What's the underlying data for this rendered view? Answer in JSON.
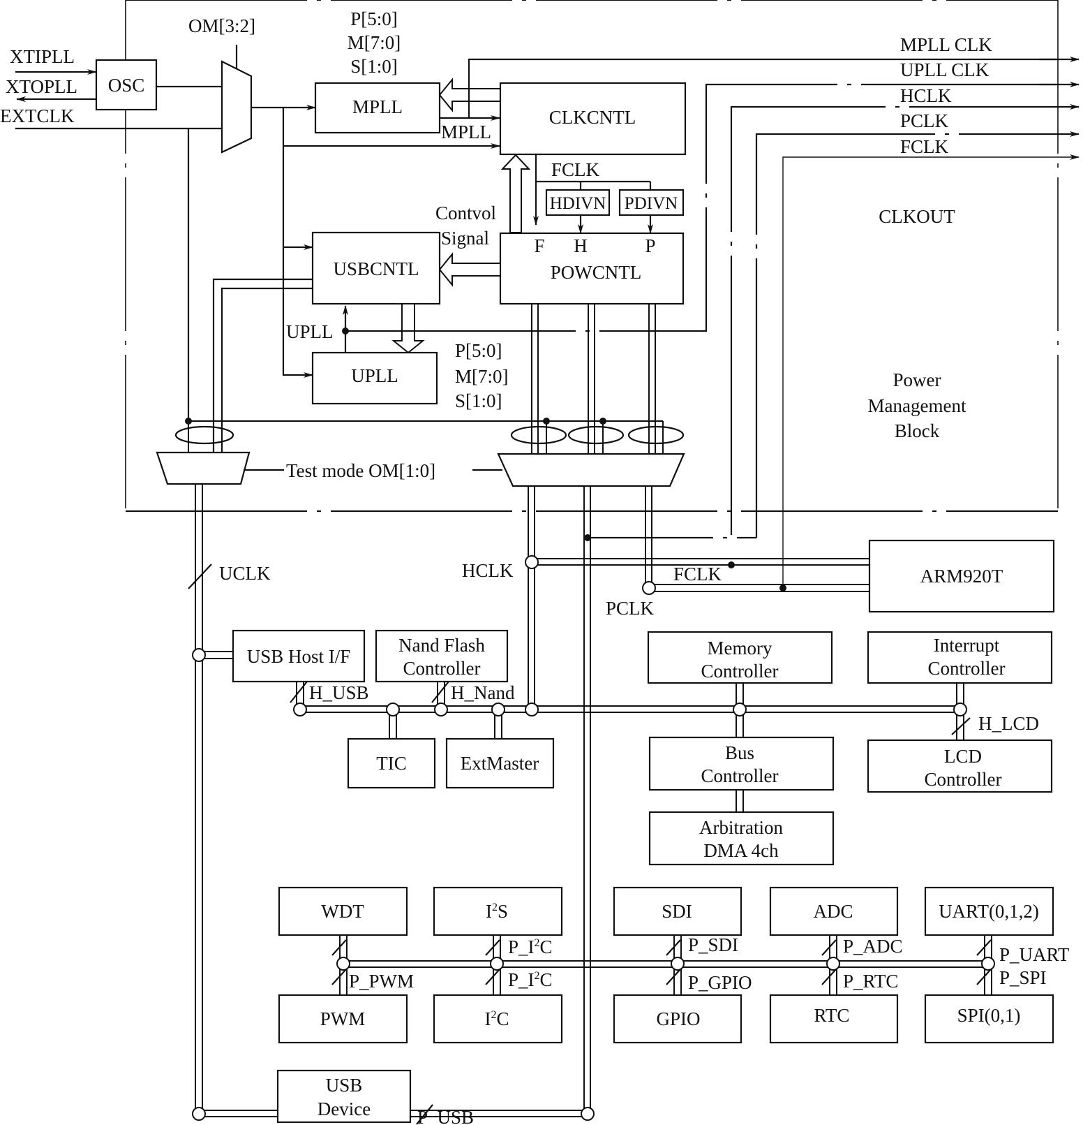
{
  "diagram": {
    "title_regions": {
      "clkout": "CLKOUT",
      "power_block": [
        "Power",
        "Management",
        "Block"
      ]
    },
    "inputs": {
      "xtipll": "XTIPLL",
      "xtopll": "XTOPLL",
      "extclk": "EXTCLK",
      "om32": "OM[3:2]"
    },
    "blocks": {
      "osc": "OSC",
      "mpll": "MPLL",
      "clkcntl": "CLKCNTL",
      "usbcntl": "USBCNTL",
      "upll": "UPLL",
      "powcntl": "POWCNTL",
      "hdivn": "HDIVN",
      "pdivn": "PDIVN",
      "arm": "ARM920T",
      "usb_host": "USB Host I/F",
      "nand": [
        "Nand Flash",
        "Controller"
      ],
      "tic": "TIC",
      "extmaster": "ExtMaster",
      "memctl": [
        "Memory",
        "Controller"
      ],
      "intctl": [
        "Interrupt",
        "Controller"
      ],
      "busctl": [
        "Bus",
        "Controller"
      ],
      "lcdctl": [
        "LCD",
        "Controller"
      ],
      "dma": [
        "Arbitration",
        "DMA 4ch"
      ],
      "wdt": "WDT",
      "i2s": {
        "base": "I",
        "sup": "2",
        "tail": "S"
      },
      "sdi": "SDI",
      "adc": "ADC",
      "uart": "UART(0,1,2)",
      "pwm": "PWM",
      "i2c": {
        "base": "I",
        "sup": "2",
        "tail": "C"
      },
      "gpio": "GPIO",
      "rtc": "RTC",
      "spi": "SPI(0,1)",
      "usb_dev": [
        "USB",
        "Device"
      ]
    },
    "labels": {
      "mpll_params": [
        "P[5:0]",
        "M[7:0]",
        "S[1:0]"
      ],
      "upll_params": [
        "P[5:0]",
        "M[7:0]",
        "S[1:0]"
      ],
      "mpll_out": "MPLL",
      "upll_out": "UPLL",
      "fclk_div": "FCLK",
      "control_signal": [
        "Contvol",
        "Signal"
      ],
      "pow_f": "F",
      "pow_h": "H",
      "pow_p": "P",
      "test_mode": "Test mode OM[1:0]",
      "uclk": "UCLK",
      "hclk": "HCLK",
      "fclk": "FCLK",
      "pclk": "PCLK",
      "h_usb": "H_USB",
      "h_nand": "H_Nand",
      "h_lcd": "H_LCD",
      "p_pwm": "P_PWM",
      "p_i2c_top": {
        "base": "P_I",
        "sup": "2",
        "tail": "C"
      },
      "p_i2c_bot": {
        "base": "P_I",
        "sup": "2",
        "tail": "C"
      },
      "p_sdi": "P_SDI",
      "p_gpio": "P_GPIO",
      "p_adc": "P_ADC",
      "p_rtc": "P_RTC",
      "p_uart": "P_UART",
      "p_spi": "P_SPI",
      "p_usb": "P_USB"
    },
    "outputs": [
      "MPLL CLK",
      "UPLL CLK",
      "HCLK",
      "PCLK",
      "FCLK"
    ]
  }
}
